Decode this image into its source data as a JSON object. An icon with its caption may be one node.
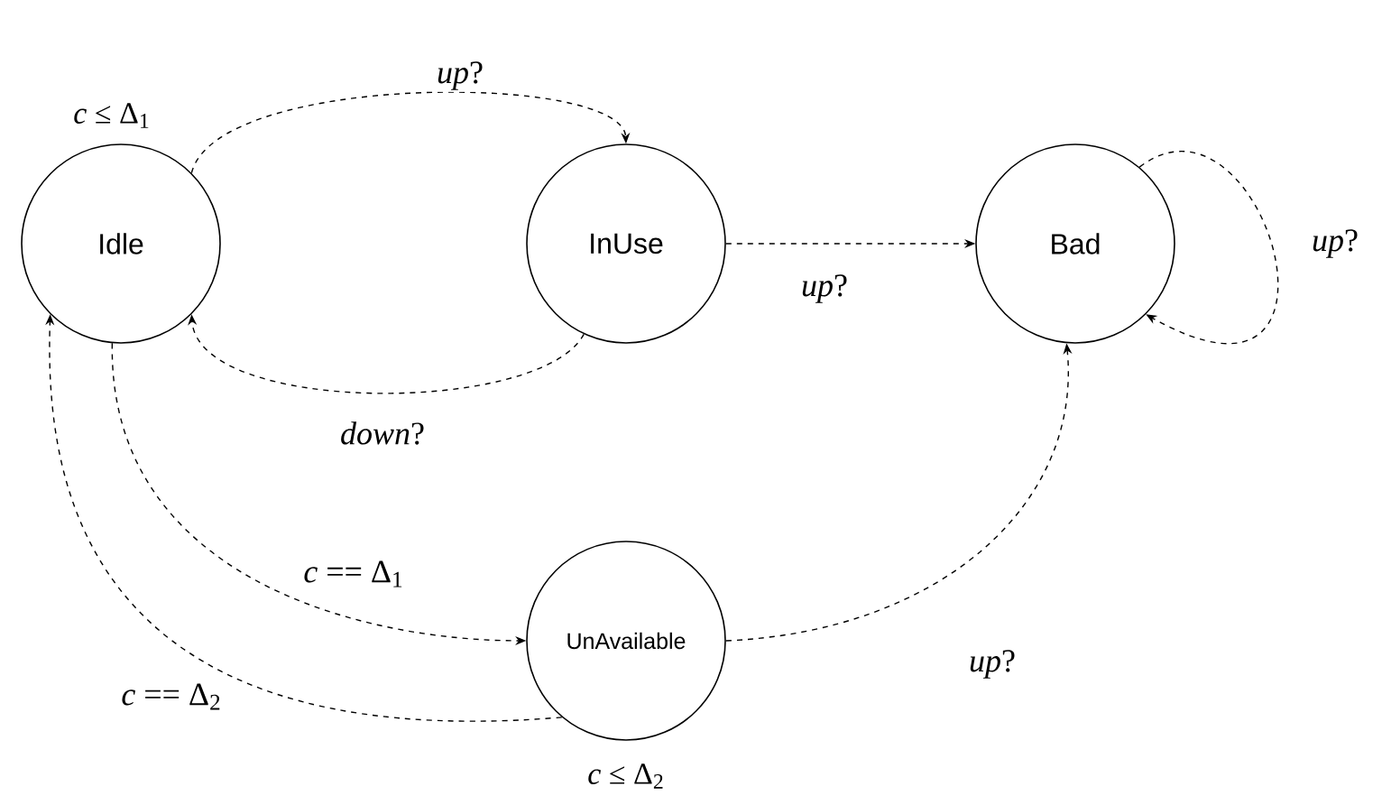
{
  "diagram": {
    "nodes": [
      {
        "text": [
          "Idle"
        ],
        "beside": [
          "*c* ≤ Δ$_{1}$"
        ]
      },
      {
        "text": [
          "InUse"
        ]
      },
      {
        "text": [
          "Bad"
        ]
      },
      {
        "text": [
          "UnAvailable"
        ],
        "beside": [
          "*c* ≤ Δ$_{2}$"
        ]
      }
    ],
    "edges": [
      {
        "from": 0,
        "to": 1,
        "arrow": "to",
        "style": "dashed",
        "label": "*up*?"
      },
      {
        "from": 1,
        "to": 0,
        "arrow": "to",
        "style": "dashed",
        "label": "*down*?"
      },
      {
        "from": 1,
        "to": 2,
        "arrow": "to",
        "style": "dashed",
        "label": "*up*?"
      },
      {
        "from": 2,
        "to": 2,
        "arrow": "to",
        "style": "dashed",
        "label": "*up*?"
      },
      {
        "from": 0,
        "to": 3,
        "arrow": "to",
        "style": "dashed",
        "label": "*c* == Δ$_{1}$"
      },
      {
        "from": 3,
        "to": 0,
        "arrow": "to",
        "style": "dashed",
        "label": "*c* == Δ$_{2}$"
      },
      {
        "from": 3,
        "to": 2,
        "arrow": "to",
        "style": "dashed",
        "label": "*up*?"
      }
    ]
  }
}
